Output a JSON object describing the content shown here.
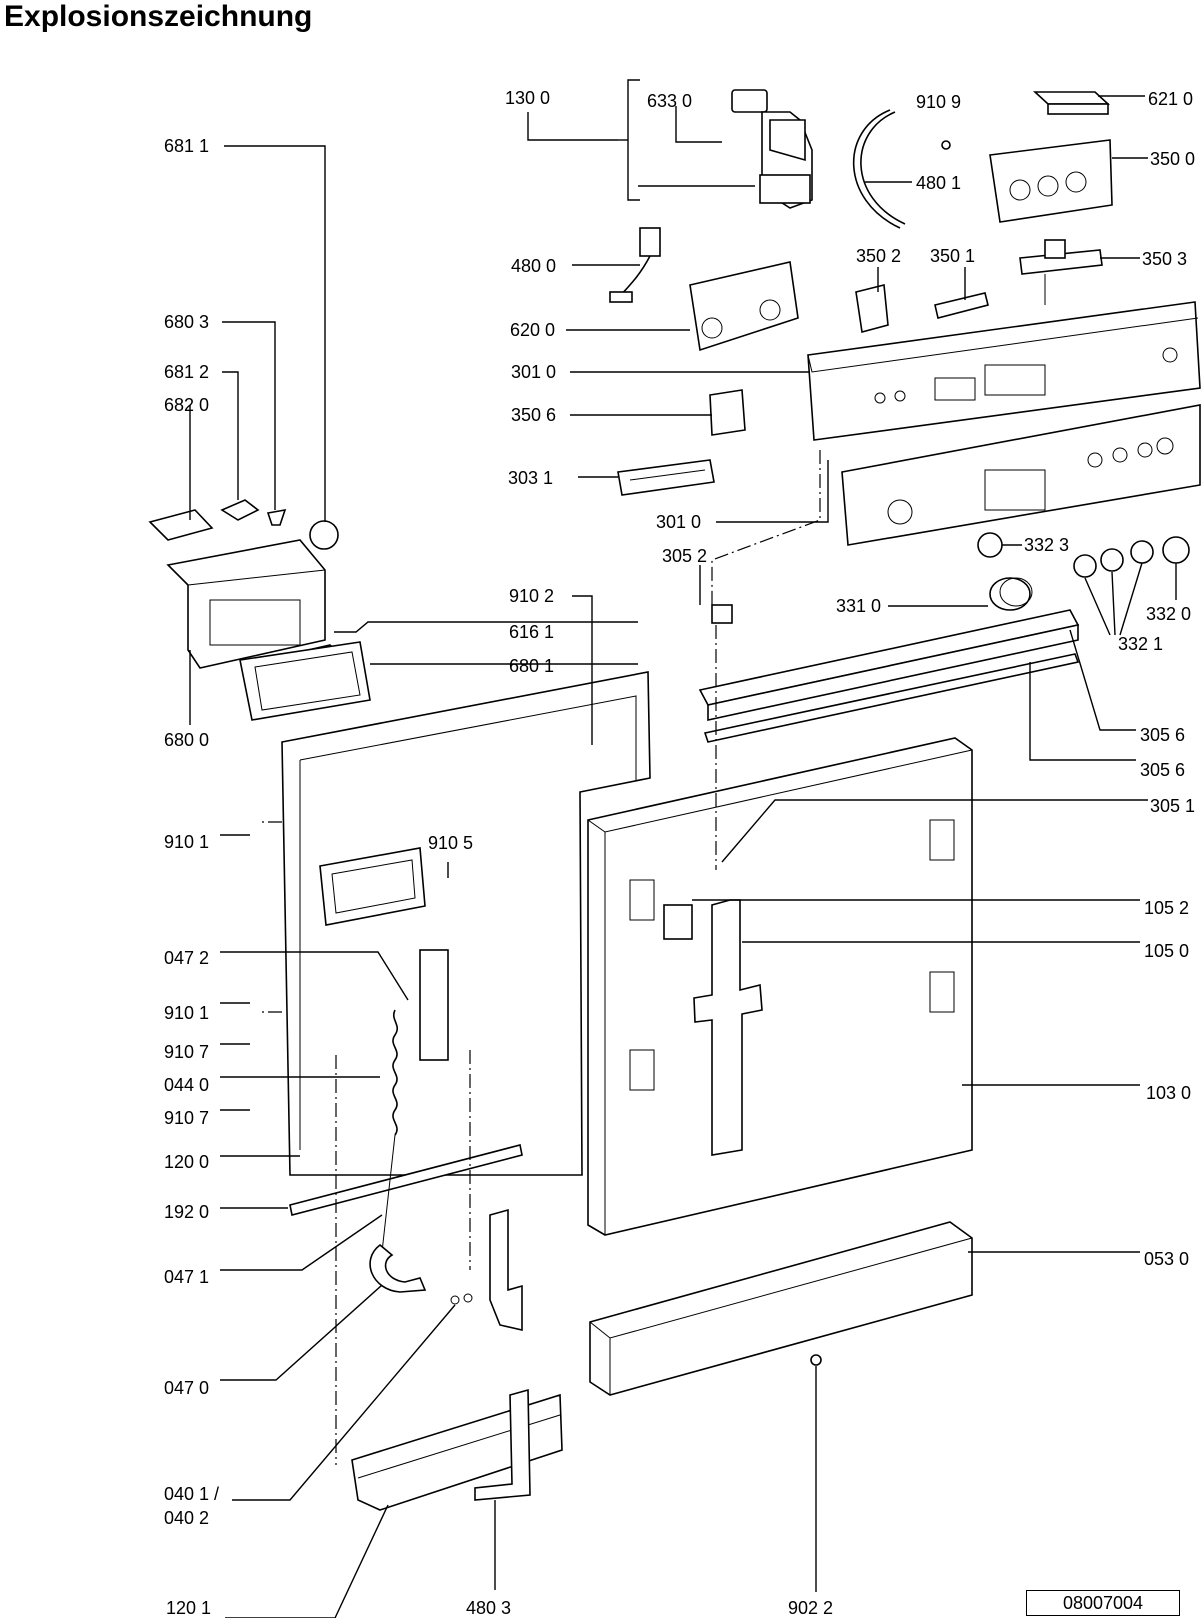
{
  "title": "Explosionszeichnung",
  "document_number": "08007004",
  "labels": {
    "l1300": "130 0",
    "l6330": "633 0",
    "l9109": "910 9",
    "l6210": "621 0",
    "l6811": "681 1",
    "l4801": "480 1",
    "l3500": "350 0",
    "l4800": "480 0",
    "l3502": "350 2",
    "l3501": "350 1",
    "l3503": "350 3",
    "l6803": "680 3",
    "l6200": "620 0",
    "l3010a": "301 0",
    "l6812": "681 2",
    "l6820": "682 0",
    "l3506": "350 6",
    "l3031": "303 1",
    "l3010b": "301 0",
    "l3052": "305 2",
    "l3323": "332 3",
    "l9102": "910 2",
    "l3310": "331 0",
    "l3320": "332 0",
    "l6161": "616 1",
    "l3321": "332 1",
    "l6801": "680 1",
    "l6800": "680 0",
    "l3056a": "305 6",
    "l3056b": "305 6",
    "l9101a": "910 1",
    "l9105": "910 5",
    "l3051": "305 1",
    "l1052": "105 2",
    "l0472": "047 2",
    "l1050": "105 0",
    "l9101b": "910 1",
    "l9107a": "910 7",
    "l0440": "044 0",
    "l1030": "103 0",
    "l9107b": "910 7",
    "l1200": "120 0",
    "l1920": "192 0",
    "l0530": "053 0",
    "l0471": "047 1",
    "l0470": "047 0",
    "l0401": "040 1 /",
    "l0402": "040 2",
    "l1201": "120 1",
    "l4803": "480 3",
    "l9022": "902 2"
  }
}
